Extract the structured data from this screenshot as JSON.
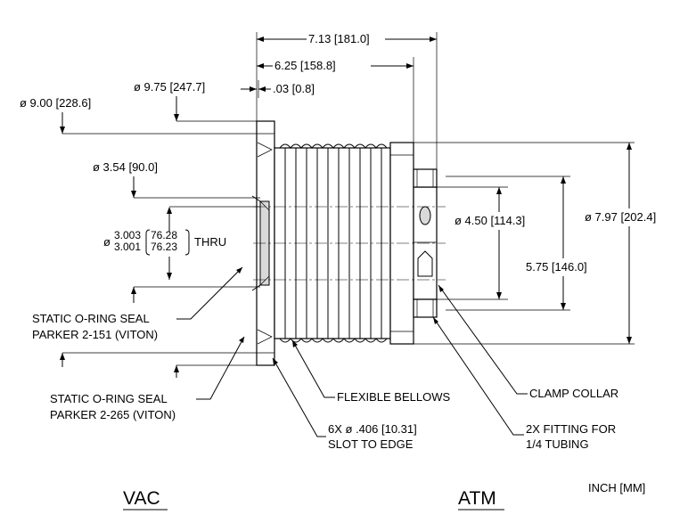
{
  "dimensions": {
    "overall_length": "7.13 [181.0]",
    "bellows_length": "6.25 [158.8]",
    "flange_od": "ø 9.75 [247.7]",
    "flange_gap": ".03 [0.8]",
    "bolt_circle": "ø 9.00 [228.6]",
    "bore_od": "ø 3.54 [90.0]",
    "thru_bore_prefix": "ø",
    "thru_bore_in_max": "3.003",
    "thru_bore_in_min": "3.001",
    "thru_bore_mm_max": "76.28",
    "thru_bore_mm_min": "76.23",
    "thru_label": "THRU",
    "collar_id": "ø 4.50 [114.3]",
    "fitting_spacing": "5.75 [146.0]",
    "atm_flange_od": "ø 7.97 [202.4]"
  },
  "callouts": {
    "oring_151_line1": "STATIC O-RING SEAL",
    "oring_151_line2": "PARKER 2-151 (VITON)",
    "oring_265_line1": "STATIC O-RING SEAL",
    "oring_265_line2": "PARKER 2-265 (VITON)",
    "bellows": "FLEXIBLE BELLOWS",
    "clamp": "CLAMP COLLAR",
    "slot_line1": "6X ø .406 [10.31]",
    "slot_line2": "SLOT TO EDGE",
    "fitting_line1": "2X FITTING FOR",
    "fitting_line2": "1/4 TUBING"
  },
  "labels": {
    "vac": "VAC",
    "atm": "ATM",
    "units": "INCH [MM]"
  }
}
